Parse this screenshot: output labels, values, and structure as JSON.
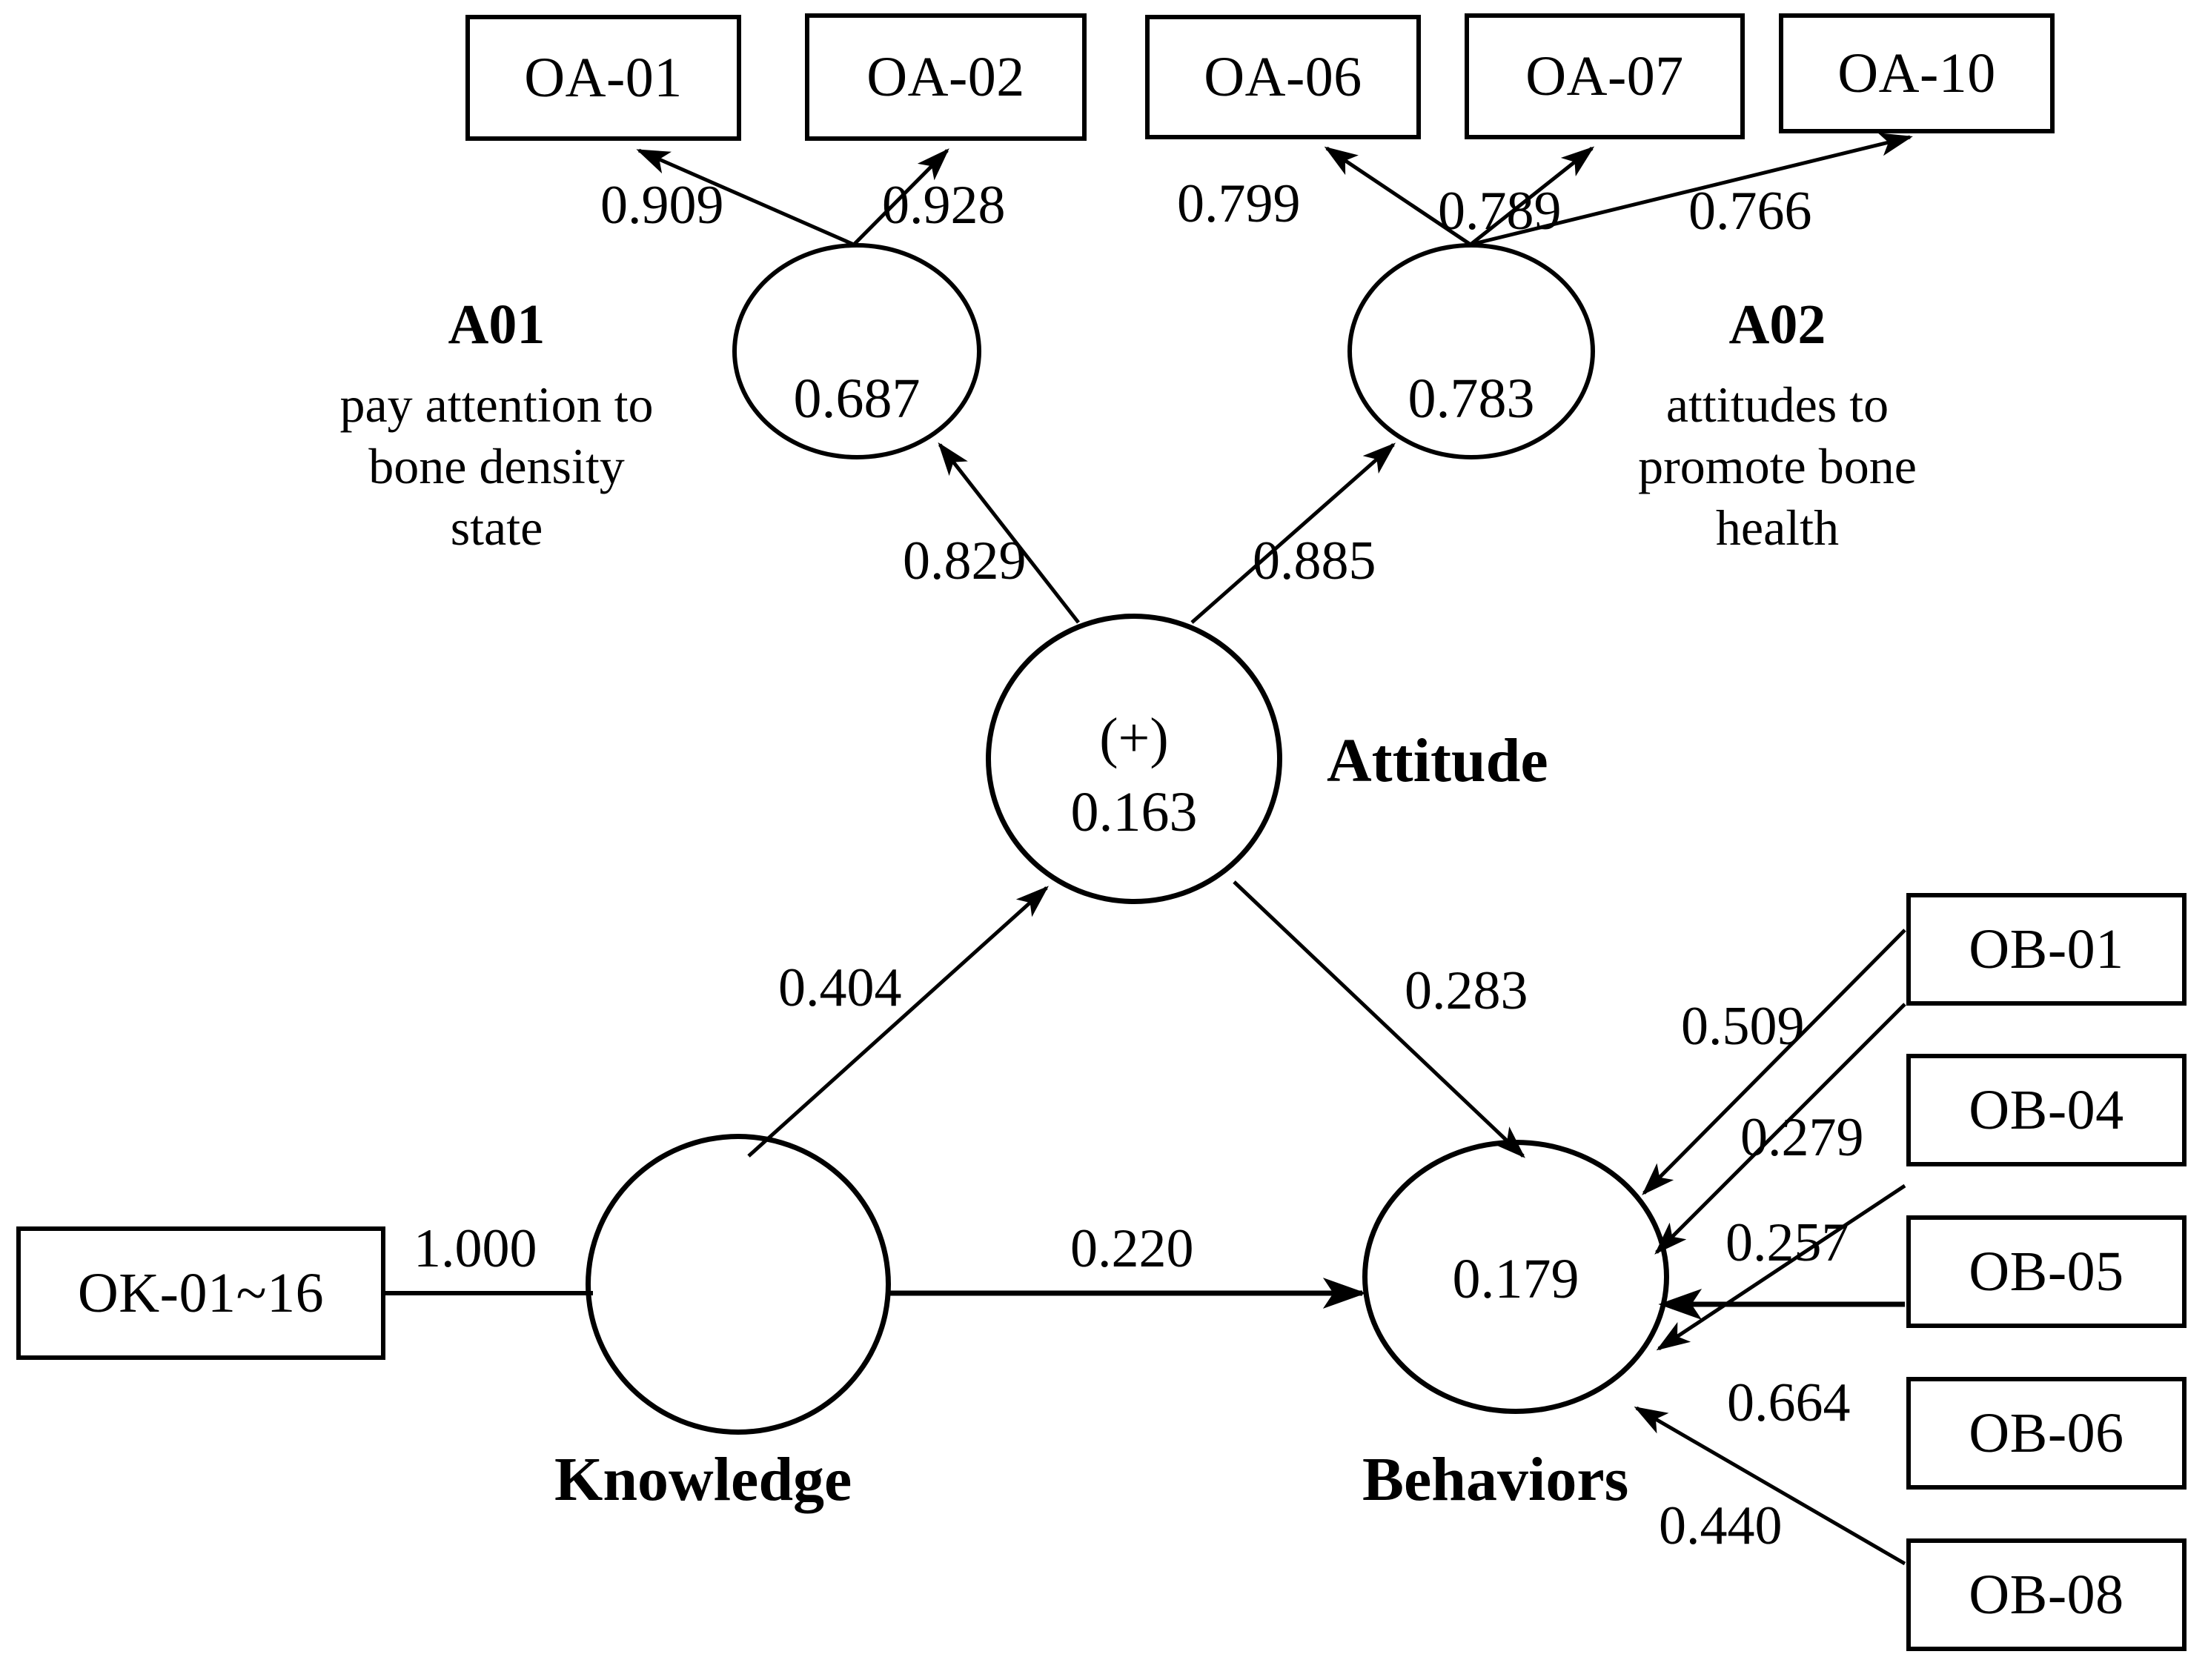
{
  "diagram": {
    "type": "structural-equation-model-path-diagram",
    "observed_boxes": [
      {
        "id": "OA-01",
        "label": "OA-01"
      },
      {
        "id": "OA-02",
        "label": "OA-02"
      },
      {
        "id": "OA-06",
        "label": "OA-06"
      },
      {
        "id": "OA-07",
        "label": "OA-07"
      },
      {
        "id": "OA-10",
        "label": "OA-10"
      },
      {
        "id": "OK-01~16",
        "label": "OK-01~16"
      },
      {
        "id": "OB-01",
        "label": "OB-01"
      },
      {
        "id": "OB-04",
        "label": "OB-04"
      },
      {
        "id": "OB-05",
        "label": "OB-05"
      },
      {
        "id": "OB-06",
        "label": "OB-06"
      },
      {
        "id": "OB-08",
        "label": "OB-08"
      }
    ],
    "latent_circles": [
      {
        "id": "A01",
        "value": "0.687"
      },
      {
        "id": "A02",
        "value": "0.783"
      },
      {
        "id": "Attitude",
        "value": "0.163",
        "sign": "(+)",
        "name": "Attitude"
      },
      {
        "id": "Knowledge",
        "value": "",
        "name": "Knowledge"
      },
      {
        "id": "Behaviors",
        "value": "0.179",
        "name": "Behaviors"
      }
    ],
    "factor_A01": {
      "title": "A01",
      "desc_line1": "pay attention to",
      "desc_line2": "bone density",
      "desc_line3": "state"
    },
    "factor_A02": {
      "title": "A02",
      "desc_line1": "attitudes to",
      "desc_line2": "promote bone",
      "desc_line3": "health"
    },
    "names": {
      "attitude": "Attitude",
      "knowledge": "Knowledge",
      "behaviors": "Behaviors"
    },
    "coefficients": [
      {
        "from": "A01",
        "to": "OA-01",
        "value": "0.909"
      },
      {
        "from": "A01",
        "to": "OA-02",
        "value": "0.928"
      },
      {
        "from": "A02",
        "to": "OA-06",
        "value": "0.799"
      },
      {
        "from": "A02",
        "to": "OA-07",
        "value": "0.789"
      },
      {
        "from": "A02",
        "to": "OA-10",
        "value": "0.766"
      },
      {
        "from": "Attitude",
        "to": "A01",
        "value": "0.829"
      },
      {
        "from": "Attitude",
        "to": "A02",
        "value": "0.885"
      },
      {
        "from": "Knowledge",
        "to": "Attitude",
        "value": "0.404"
      },
      {
        "from": "Attitude",
        "to": "Behaviors",
        "value": "0.283"
      },
      {
        "from": "OK-01~16",
        "to": "Knowledge",
        "value": "1.000"
      },
      {
        "from": "Knowledge",
        "to": "Behaviors",
        "value": "0.220"
      },
      {
        "from": "OB-01",
        "to": "Behaviors",
        "value": "0.509"
      },
      {
        "from": "OB-04",
        "to": "Behaviors",
        "value": "0.279"
      },
      {
        "from": "OB-05",
        "to": "Behaviors",
        "value": "0.257"
      },
      {
        "from": "OB-06",
        "to": "Behaviors",
        "value": "0.664"
      },
      {
        "from": "OB-08",
        "to": "Behaviors",
        "value": "0.440"
      }
    ],
    "values": {
      "c_909": "0.909",
      "c_928": "0.928",
      "c_799": "0.799",
      "c_789": "0.789",
      "c_766": "0.766",
      "c_829": "0.829",
      "c_885": "0.885",
      "c_404": "0.404",
      "c_283": "0.283",
      "c_1000": "1.000",
      "c_220": "0.220",
      "c_509": "0.509",
      "c_279": "0.279",
      "c_257": "0.257",
      "c_664": "0.664",
      "c_440": "0.440",
      "r2_A01": "0.687",
      "r2_A02": "0.783",
      "r2_attitude": "0.163",
      "r2_behaviors": "0.179",
      "plus_sign": "(+)"
    },
    "colors": {
      "stroke": "#000000",
      "background": "#ffffff"
    }
  }
}
